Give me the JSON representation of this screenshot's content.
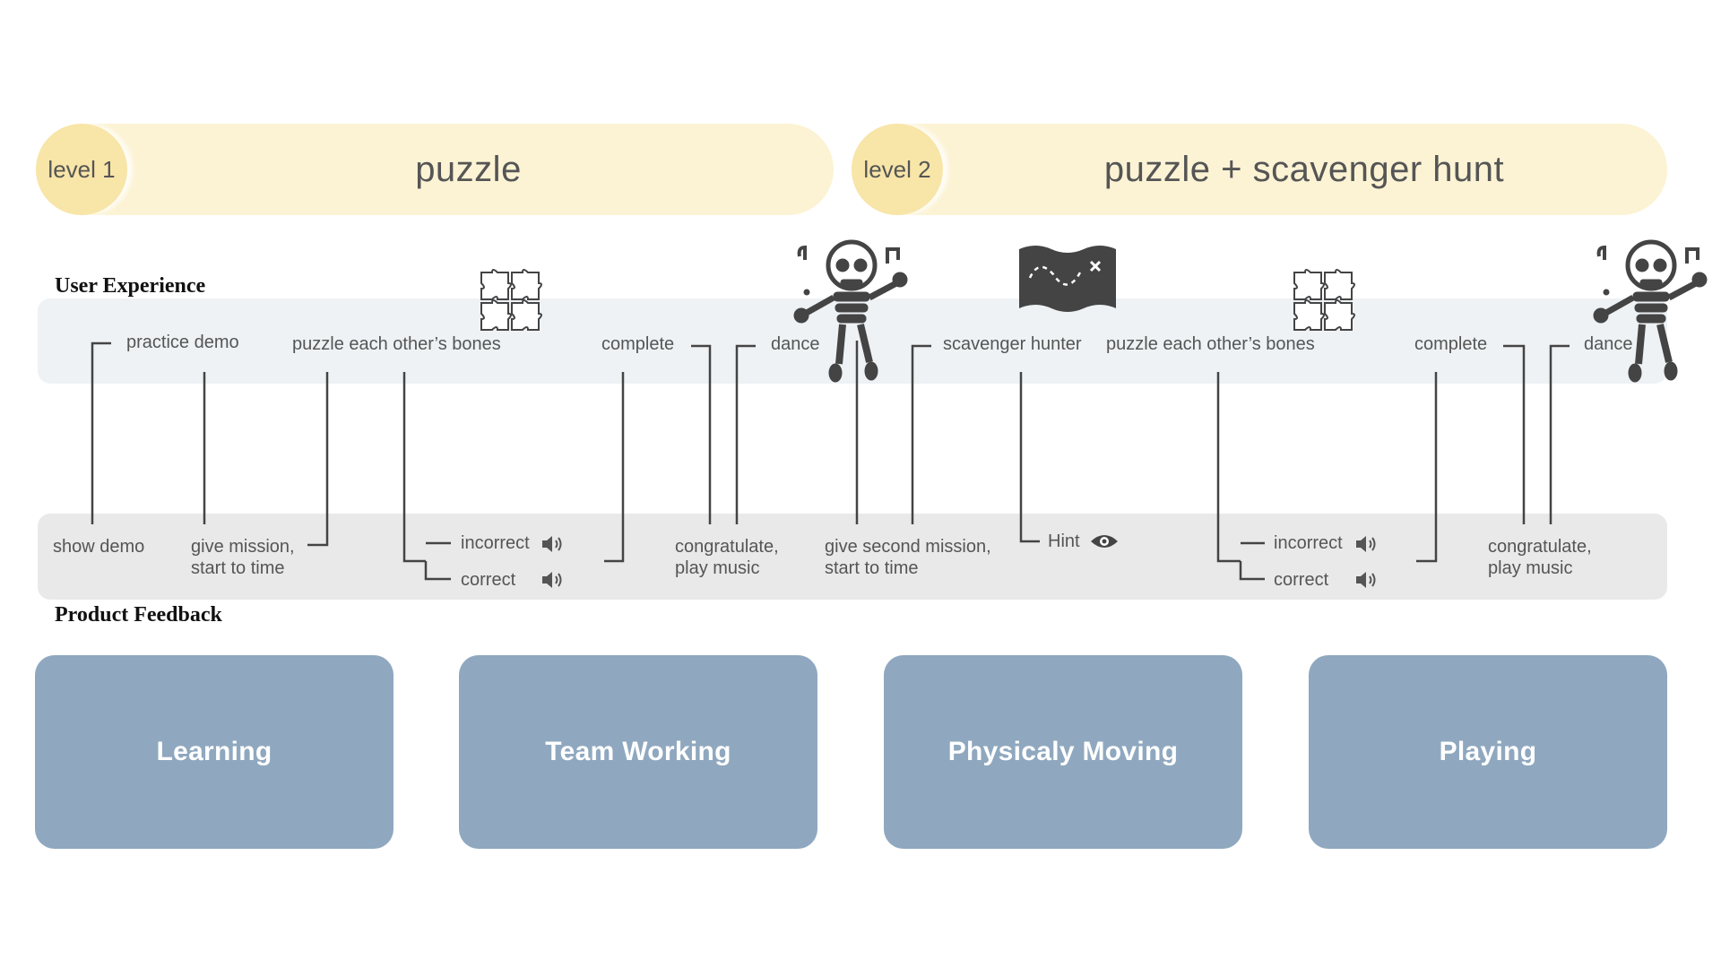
{
  "levels": [
    {
      "badge": "level 1",
      "title": "puzzle"
    },
    {
      "badge": "level 2",
      "title": "puzzle + scavenger hunt"
    }
  ],
  "lanes": {
    "user_experience": "User Experience",
    "product_feedback": "Product Feedback"
  },
  "ux_steps": {
    "practice_demo": "practice demo",
    "puzzle_bones_1": "puzzle each other’s bones",
    "complete_1": "complete",
    "dance_1": "dance",
    "scavenger_hunter": "scavenger hunter",
    "puzzle_bones_2": "puzzle each other’s bones",
    "complete_2": "complete",
    "dance_2": "dance"
  },
  "feedback_steps": {
    "show_demo": "show demo",
    "give_mission_1": "give mission,",
    "give_mission_2": "start to time",
    "incorrect_1": "incorrect",
    "correct_1": "correct",
    "congratulate_1a": "congratulate,",
    "congratulate_1b": "play music",
    "second_mission_1": "give second mission,",
    "second_mission_2": "start to time",
    "hint": "Hint",
    "incorrect_2": "incorrect",
    "correct_2": "correct",
    "congratulate_2a": "congratulate,",
    "congratulate_2b": "play music"
  },
  "cards": [
    "Learning",
    "Team Working",
    "Physicaly Moving",
    "Playing"
  ],
  "colors": {
    "banner": "#fcf3d4",
    "badge": "#f8e5a8",
    "ux_lane": "#eef2f5",
    "feedback_lane": "#e9e9e9",
    "card": "#8fa8bf",
    "icon": "#444444"
  },
  "icons": [
    "puzzle-icon",
    "skeleton-dance-icon",
    "treasure-map-icon",
    "speaker-icon",
    "eye-icon"
  ]
}
